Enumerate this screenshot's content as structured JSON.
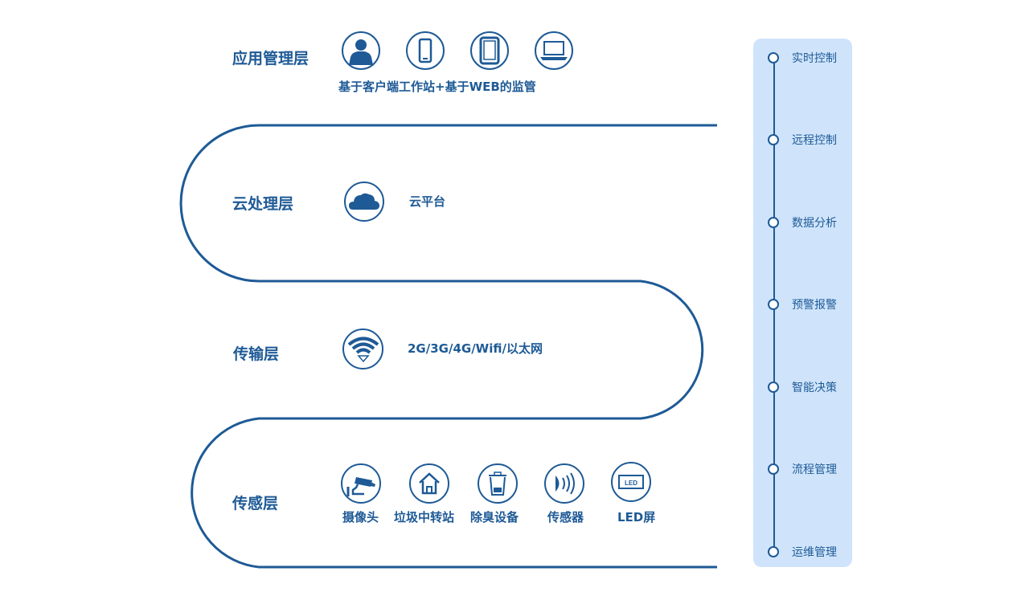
{
  "layers": {
    "app": {
      "title": "应用管理层",
      "caption": "基于客户端工作站+基于WEB的监管",
      "icons": [
        "user-icon",
        "phone-icon",
        "tablet-icon",
        "laptop-icon"
      ]
    },
    "cloud": {
      "title": "云处理层",
      "caption": "云平台",
      "icon": "cloud-icon"
    },
    "transport": {
      "title": "传输层",
      "caption": "2G/3G/4G/Wifi/以太网",
      "icon": "wifi-icon"
    },
    "sensing": {
      "title": "传感层",
      "devices": [
        {
          "label": "摄像头",
          "icon": "camera-icon"
        },
        {
          "label": "垃圾中转站",
          "icon": "house-icon"
        },
        {
          "label": "除臭设备",
          "icon": "trash-bin-icon"
        },
        {
          "label": "传感器",
          "icon": "sensor-signal-icon"
        },
        {
          "label": "LED屏",
          "icon": "led-screen-icon",
          "badge": "LED"
        }
      ]
    }
  },
  "functions": [
    "实时控制",
    "远程控制",
    "数据分析",
    "预警报警",
    "智能决策",
    "流程管理",
    "运维管理"
  ],
  "colors": {
    "primary": "#1e5a96",
    "panel": "#cfe4fb",
    "background": "#ffffff"
  }
}
